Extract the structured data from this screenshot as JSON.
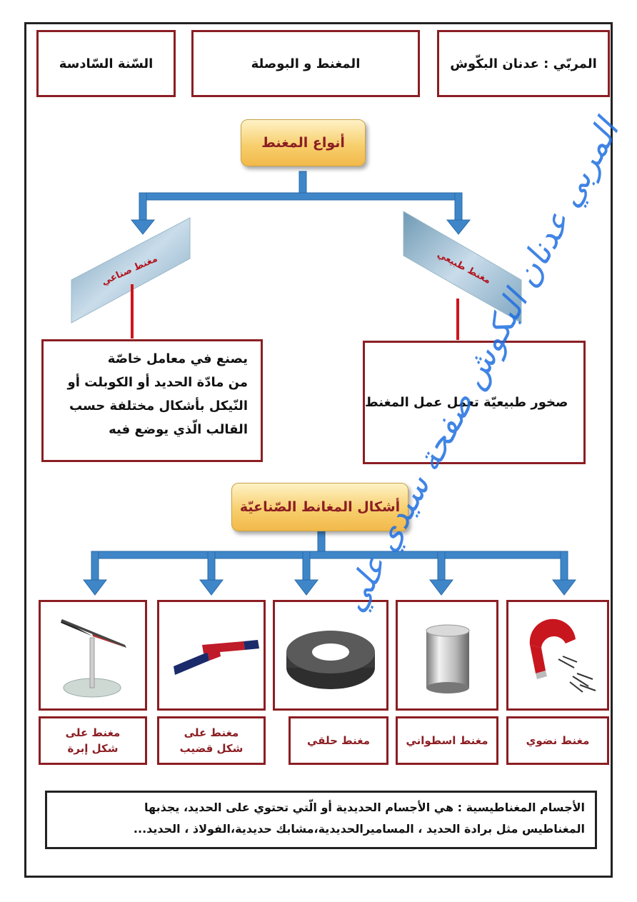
{
  "header": {
    "year": "السّنة السّادسة",
    "title": "المغنط و البوصلة",
    "teacher": "المربّي : عدنان البكّوش"
  },
  "magnet_types": {
    "title": "أنواع المغنط",
    "artificial": {
      "label": "مغنط صناعي",
      "lines": [
        "يصنع في معامل خاصّة",
        "من مادّة الحديد أو الكوبلت أو",
        "النّيكل بأشكال مختلفة حسب",
        "القالب الّذي يوضع فيه"
      ]
    },
    "natural": {
      "label": "مغنط طبيعي",
      "description": "صخور طبيعيّة تعمل عمل المغنط"
    }
  },
  "artificial_shapes": {
    "title": "أشكال المغانط الصّناعيّة",
    "items": [
      {
        "label_lines": [
          "مغنط على",
          "شكل إبرة"
        ],
        "icon": "needle-magnet-icon"
      },
      {
        "label_lines": [
          "مغنط على",
          "شكل قضيب"
        ],
        "icon": "bar-magnet-icon"
      },
      {
        "label_lines": [
          "مغنط حلقي"
        ],
        "icon": "ring-magnet-icon"
      },
      {
        "label_lines": [
          "مغنط اسطواني"
        ],
        "icon": "cylinder-magnet-icon"
      },
      {
        "label_lines": [
          "مغنط نضوي"
        ],
        "icon": "horseshoe-magnet-icon"
      }
    ]
  },
  "definition": {
    "lines": [
      "الأجسام المغناطيسية : هي الأجسام الحديدية أو الّتي تحتوي على الحديد، يجذبها",
      "المغناطيس مثل برادة الحديد ، المساميرالحديدية،مشابك حديدية،الفولاذ ، الحديد..."
    ]
  },
  "watermark": {
    "text": "المربي عدنان البكوش صفحة سيدي علي"
  },
  "colors": {
    "border_red": "#8b1e23",
    "arrow_blue": "#3f86c9",
    "red_line": "#d0141c",
    "watermark_blue": "#1f6fe0"
  }
}
